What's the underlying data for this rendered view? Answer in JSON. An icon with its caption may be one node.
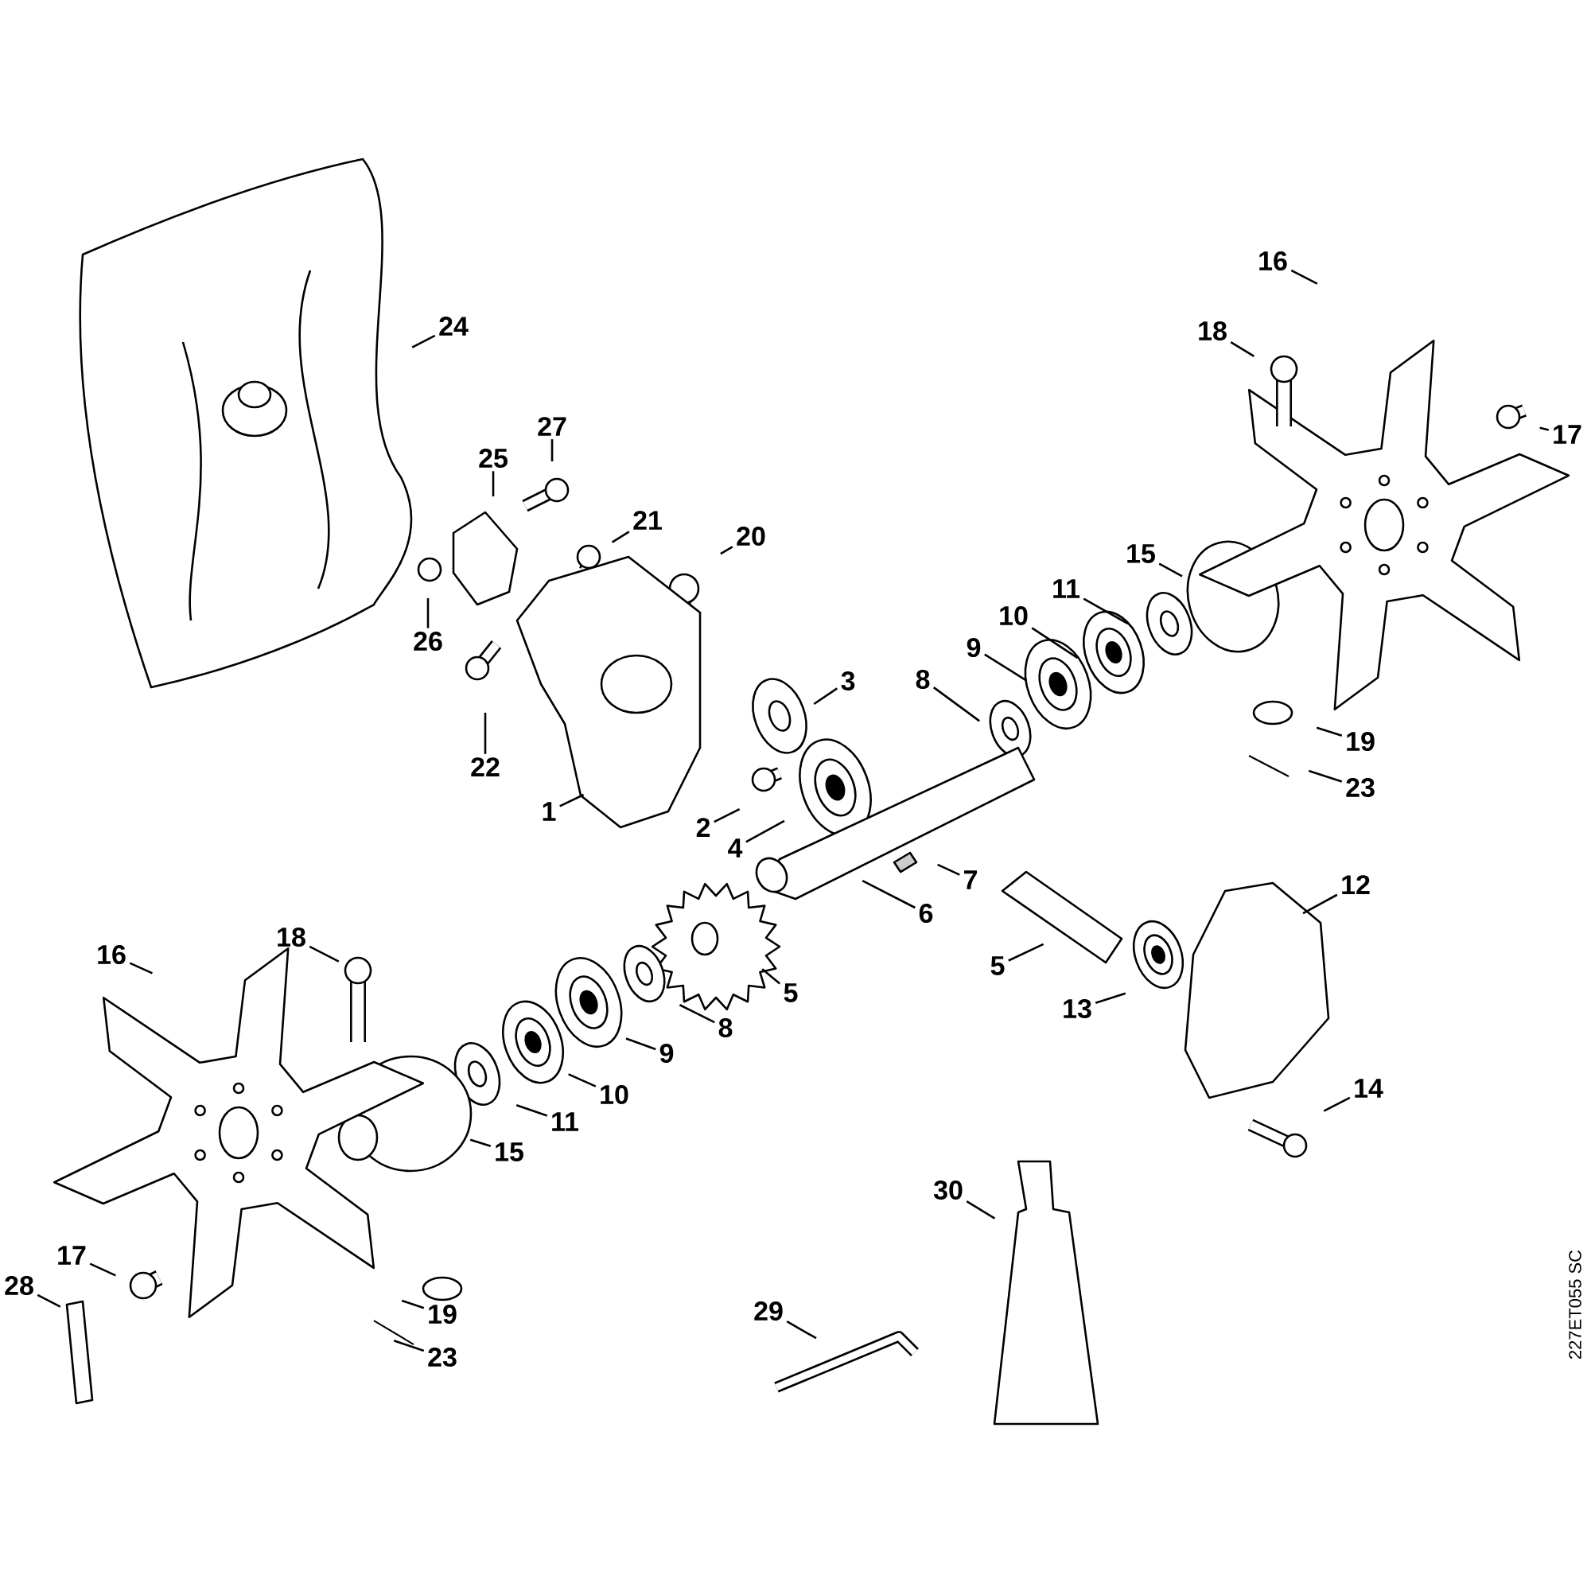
{
  "diagram": {
    "nodes": [
      {
        "text": [
          "16"
        ]
      },
      {
        "text": [
          "24"
        ]
      },
      {
        "text": [
          "18"
        ]
      },
      {
        "text": [
          "27"
        ]
      },
      {
        "text": [
          "17"
        ]
      },
      {
        "text": [
          "25"
        ]
      },
      {
        "text": [
          "21"
        ]
      },
      {
        "text": [
          "20"
        ]
      },
      {
        "text": [
          "15"
        ]
      },
      {
        "text": [
          "11"
        ]
      },
      {
        "text": [
          "10"
        ]
      },
      {
        "text": [
          "26"
        ]
      },
      {
        "text": [
          "9"
        ]
      },
      {
        "text": [
          "8"
        ]
      },
      {
        "text": [
          "3"
        ]
      },
      {
        "text": [
          "19"
        ]
      },
      {
        "text": [
          "22"
        ]
      },
      {
        "text": [
          "23"
        ]
      },
      {
        "text": [
          "1"
        ]
      },
      {
        "text": [
          "2"
        ]
      },
      {
        "text": [
          "4"
        ]
      },
      {
        "text": [
          "7"
        ]
      },
      {
        "text": [
          "12"
        ]
      },
      {
        "text": [
          "6"
        ]
      },
      {
        "text": [
          "18"
        ]
      },
      {
        "text": [
          "16"
        ]
      },
      {
        "text": [
          "5"
        ]
      },
      {
        "text": [
          "5"
        ]
      },
      {
        "text": [
          "13"
        ]
      },
      {
        "text": [
          "8"
        ]
      },
      {
        "text": [
          "9"
        ]
      },
      {
        "text": [
          "14"
        ]
      },
      {
        "text": [
          "10"
        ]
      },
      {
        "text": [
          "11"
        ]
      },
      {
        "text": [
          "15"
        ]
      },
      {
        "text": [
          "30"
        ]
      },
      {
        "text": [
          "17"
        ]
      },
      {
        "text": [
          "28"
        ]
      },
      {
        "text": [
          "29"
        ]
      },
      {
        "text": [
          "19"
        ]
      },
      {
        "text": [
          "23"
        ]
      }
    ],
    "edges": [
      {
        "from": 0,
        "to": null,
        "arrow": "none"
      },
      {
        "from": 1,
        "to": null,
        "arrow": "none"
      },
      {
        "from": 2,
        "to": null,
        "arrow": "none"
      },
      {
        "from": 3,
        "to": null,
        "arrow": "none"
      },
      {
        "from": 4,
        "to": null,
        "arrow": "none"
      },
      {
        "from": 5,
        "to": null,
        "arrow": "none"
      },
      {
        "from": 6,
        "to": null,
        "arrow": "none"
      },
      {
        "from": 7,
        "to": null,
        "arrow": "none"
      },
      {
        "from": 8,
        "to": null,
        "arrow": "none"
      },
      {
        "from": 9,
        "to": null,
        "arrow": "none"
      },
      {
        "from": 10,
        "to": null,
        "arrow": "none"
      },
      {
        "from": 11,
        "to": null,
        "arrow": "none"
      },
      {
        "from": 12,
        "to": null,
        "arrow": "none"
      },
      {
        "from": 13,
        "to": null,
        "arrow": "none"
      },
      {
        "from": 14,
        "to": null,
        "arrow": "none"
      },
      {
        "from": 15,
        "to": null,
        "arrow": "none"
      },
      {
        "from": 16,
        "to": null,
        "arrow": "none"
      },
      {
        "from": 17,
        "to": null,
        "arrow": "none"
      },
      {
        "from": 18,
        "to": null,
        "arrow": "none"
      },
      {
        "from": 19,
        "to": null,
        "arrow": "none"
      },
      {
        "from": 20,
        "to": null,
        "arrow": "none"
      },
      {
        "from": 21,
        "to": null,
        "arrow": "none"
      },
      {
        "from": 22,
        "to": null,
        "arrow": "none"
      },
      {
        "from": 23,
        "to": null,
        "arrow": "none"
      },
      {
        "from": 24,
        "to": null,
        "arrow": "none"
      },
      {
        "from": 25,
        "to": null,
        "arrow": "none"
      },
      {
        "from": 26,
        "to": null,
        "arrow": "none"
      },
      {
        "from": 27,
        "to": null,
        "arrow": "none"
      },
      {
        "from": 28,
        "to": null,
        "arrow": "none"
      },
      {
        "from": 29,
        "to": null,
        "arrow": "none"
      },
      {
        "from": 30,
        "to": null,
        "arrow": "none"
      },
      {
        "from": 31,
        "to": null,
        "arrow": "none"
      },
      {
        "from": 32,
        "to": null,
        "arrow": "none"
      },
      {
        "from": 33,
        "to": null,
        "arrow": "none"
      },
      {
        "from": 34,
        "to": null,
        "arrow": "none"
      },
      {
        "from": 35,
        "to": null,
        "arrow": "none"
      },
      {
        "from": 36,
        "to": null,
        "arrow": "none"
      },
      {
        "from": 37,
        "to": null,
        "arrow": "none"
      },
      {
        "from": 38,
        "to": null,
        "arrow": "none"
      },
      {
        "from": 39,
        "to": null,
        "arrow": "none"
      },
      {
        "from": 40,
        "to": null,
        "arrow": "none"
      }
    ],
    "labels": [
      "227ET055 SC"
    ]
  }
}
